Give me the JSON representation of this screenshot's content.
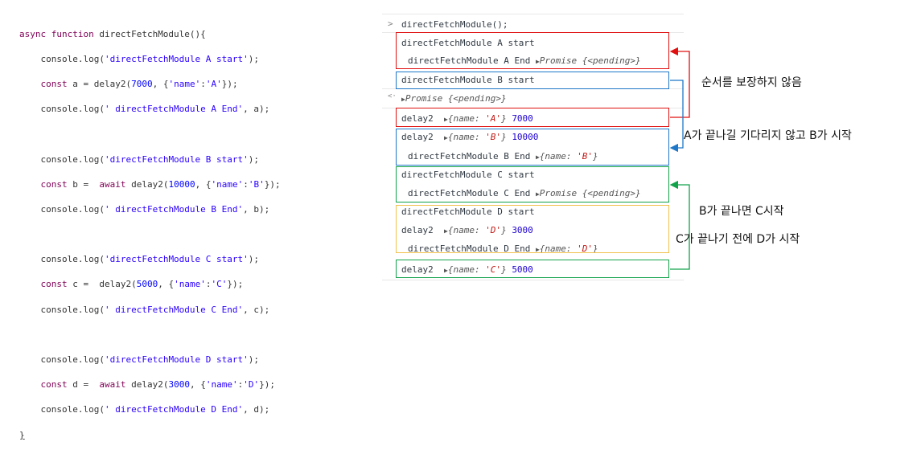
{
  "code": {
    "l1_kw": "async function",
    "l1_rest": " directFetchModule(){",
    "l2a": "    console.log(",
    "l2s": "'directFetchModule A start'",
    "l2b": ");",
    "l3a": "    ",
    "l3k": "const",
    "l3b": " a = delay2(",
    "l3n": "7000",
    "l3c": ", {",
    "l3s1": "'name'",
    "l3d": ":",
    "l3s2": "'A'",
    "l3e": "});",
    "l4a": "    console.log(",
    "l4s": "' directFetchModule A End'",
    "l4b": ", a);",
    "l6a": "    console.log(",
    "l6s": "'directFetchModule B start'",
    "l6b": ");",
    "l7a": "    ",
    "l7k": "const",
    "l7b": " b =  ",
    "l7k2": "await",
    "l7c": " delay2(",
    "l7n": "10000",
    "l7d": ", {",
    "l7s1": "'name'",
    "l7e": ":",
    "l7s2": "'B'",
    "l7f": "});",
    "l8a": "    console.log(",
    "l8s": "' directFetchModule B End'",
    "l8b": ", b);",
    "l10a": "    console.log(",
    "l10s": "'directFetchModule C start'",
    "l10b": ");",
    "l11a": "    ",
    "l11k": "const",
    "l11b": " c =  delay2(",
    "l11n": "5000",
    "l11c": ", {",
    "l11s1": "'name'",
    "l11d": ":",
    "l11s2": "'C'",
    "l11e": "});",
    "l12a": "    console.log(",
    "l12s": "' directFetchModule C End'",
    "l12b": ", c);",
    "l14a": "    console.log(",
    "l14s": "'directFetchModule D start'",
    "l14b": ");",
    "l15a": "    ",
    "l15k": "const",
    "l15b": " d =  ",
    "l15k2": "await",
    "l15c": " delay2(",
    "l15n": "3000",
    "l15d": ", {",
    "l15s1": "'name'",
    "l15e": ":",
    "l15s2": "'D'",
    "l15f": "});",
    "l16a": "    console.log(",
    "l16s": "' directFetchModule D End'",
    "l16b": ", d);",
    "l17": "}"
  },
  "console": {
    "prompt": ">",
    "input": "directFetchModule();",
    "a_start": "directFetchModule A start",
    "a_end": "directFetchModule A End",
    "promise": "Promise",
    "pending": "{<pending>}",
    "b_start": "directFetchModule B start",
    "return_arrow": "<·",
    "delay2": "delay2",
    "name_key": "{name: ",
    "name_close": "}",
    "a_val": "'A'",
    "a_num": "7000",
    "b_val": "'B'",
    "b_num": "10000",
    "b_end": "directFetchModule B End",
    "c_start": "directFetchModule C start",
    "c_end": "directFetchModule C End",
    "d_start": "directFetchModule D start",
    "d_val": "'D'",
    "d_num": "3000",
    "d_end": "directFetchModule D End",
    "c_val": "'C'",
    "c_num": "5000"
  },
  "annotations": {
    "a1": "순서를 보장하지 않음",
    "a2": "A가 끝나길 기다리지 않고 B가 시작",
    "a3": "B가 끝나면 C시작",
    "a4": "C가 끝나기 전에 D가 시작"
  },
  "colors": {
    "red": "#e01010",
    "blue": "#1f77c8",
    "green": "#12a24a",
    "yellow": "#f2c14e"
  }
}
